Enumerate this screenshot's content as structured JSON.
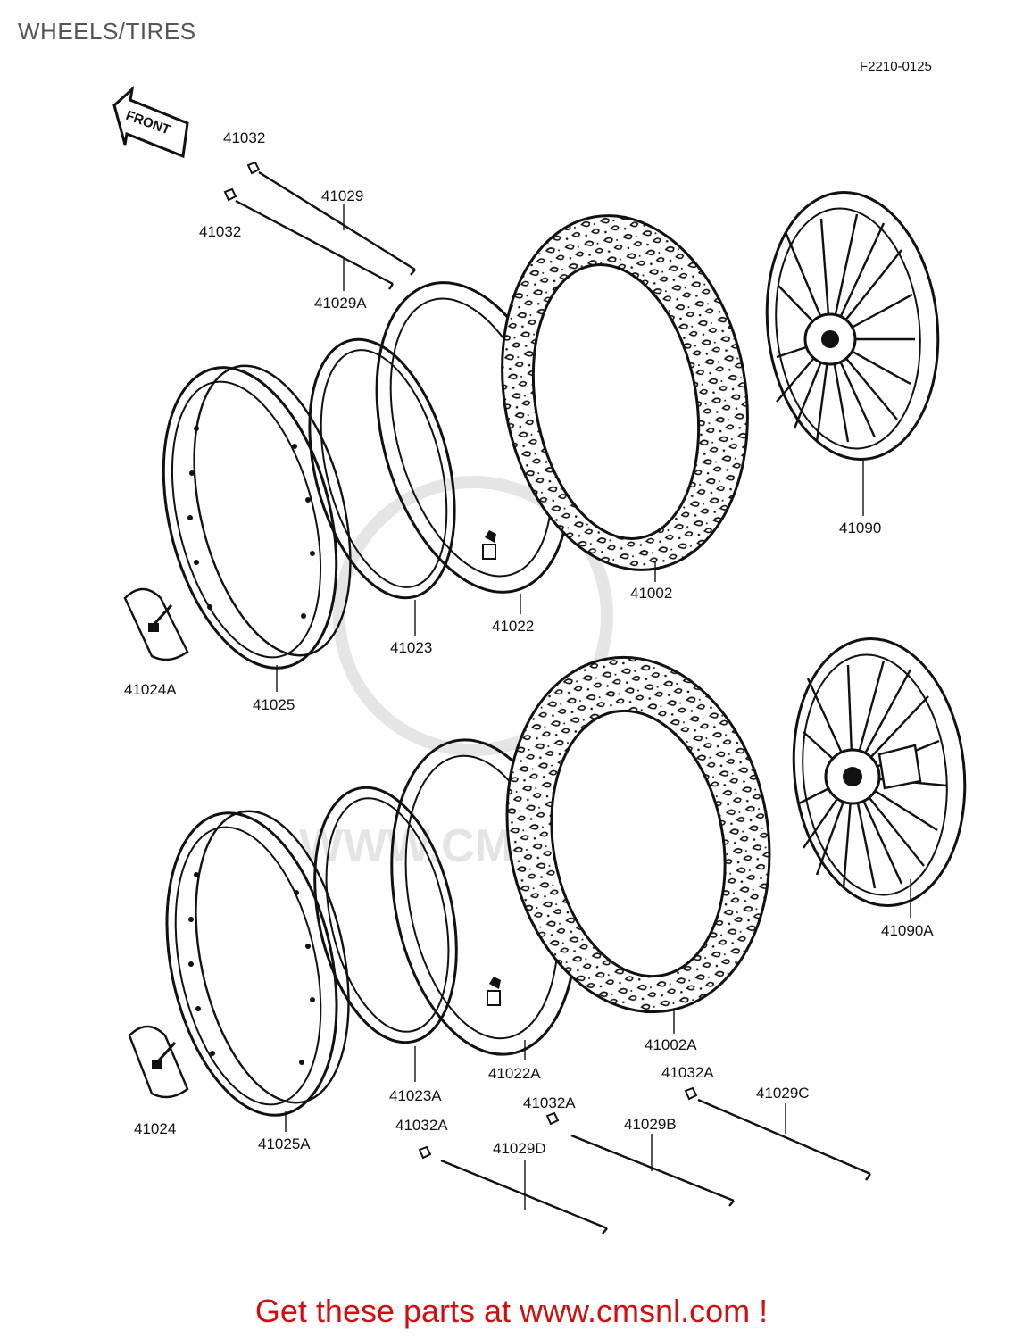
{
  "header": {
    "title": "WHEELS/TIRES",
    "figure_code": "F2210-0125"
  },
  "front_arrow": {
    "label": "FRONT"
  },
  "parts": {
    "spoke_nipple_top": "41032",
    "spoke_nipple_top2": "41032",
    "spoke": "41029",
    "spoke_a": "41029A",
    "wheel_front": "41090",
    "tire_front": "41002",
    "tube_front": "41022",
    "rim_band_front": "41023",
    "rim_front": "41025",
    "rim_lock_front": "41024A",
    "wheel_rear": "41090A",
    "tire_rear": "41002A",
    "tube_rear": "41022A",
    "rim_band_rear": "41023A",
    "rim_rear": "41025A",
    "rim_lock_rear": "41024",
    "nipple_c": "41032A",
    "spoke_c": "41029C",
    "nipple_b": "41032A",
    "spoke_b": "41029B",
    "nipple_d": "41032A",
    "spoke_d": "41029D"
  },
  "watermark": {
    "text": "WWW.CMSNL.COM"
  },
  "footer": {
    "ad_text": "Get these parts at www.cmsnl.com !",
    "ad_color": "#d01010"
  }
}
